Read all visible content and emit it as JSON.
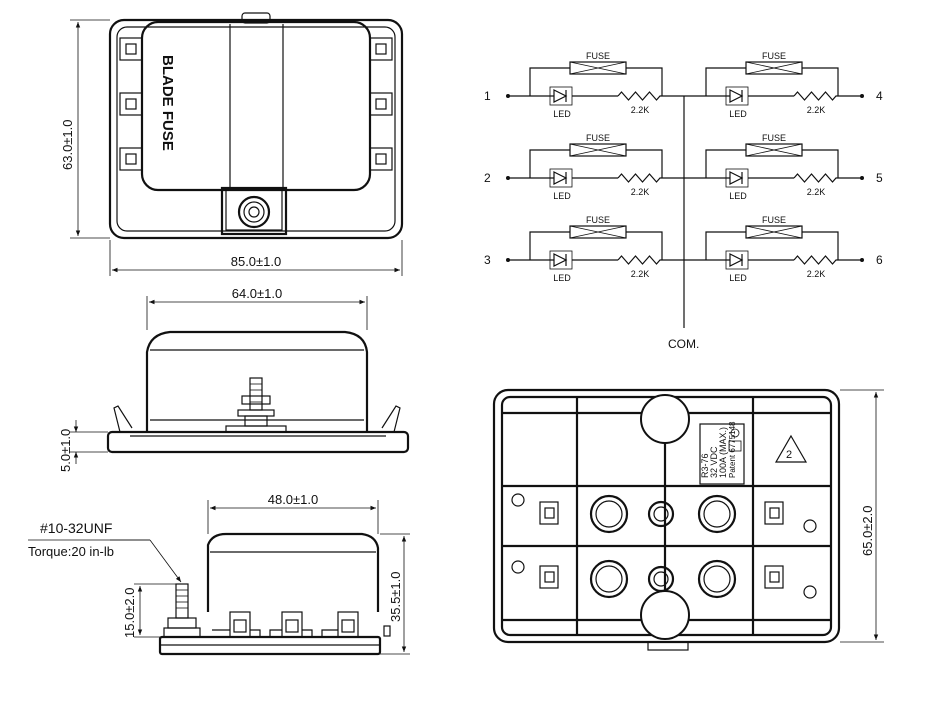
{
  "drawing": {
    "top_view": {
      "label": "BLADE FUSE",
      "height_dim": "63.0±1.0",
      "width_dim": "85.0±1.0"
    },
    "front_view": {
      "width_dim": "64.0±1.0",
      "base_dim": "5.0±1.0"
    },
    "side_view": {
      "width_dim": "48.0±1.0",
      "stud_dim": "15.0±2.0",
      "height_dim": "35.5±1.0",
      "thread_label": "#10-32UNF",
      "torque_label": "Torque:20 in-lb"
    },
    "schematic": {
      "fuse_label": "FUSE",
      "led_label": "LED",
      "resistor_label": "2.2K",
      "common_label": "COM.",
      "left_pins": [
        "1",
        "2",
        "3"
      ],
      "right_pins": [
        "4",
        "5",
        "6"
      ]
    },
    "bottom_view": {
      "height_dim": "65.0±2.0",
      "marking_lines": [
        "R3-76",
        "32 VDC",
        "100A (MAX.)",
        "Patent 6775148"
      ],
      "warning_number": "2"
    }
  }
}
